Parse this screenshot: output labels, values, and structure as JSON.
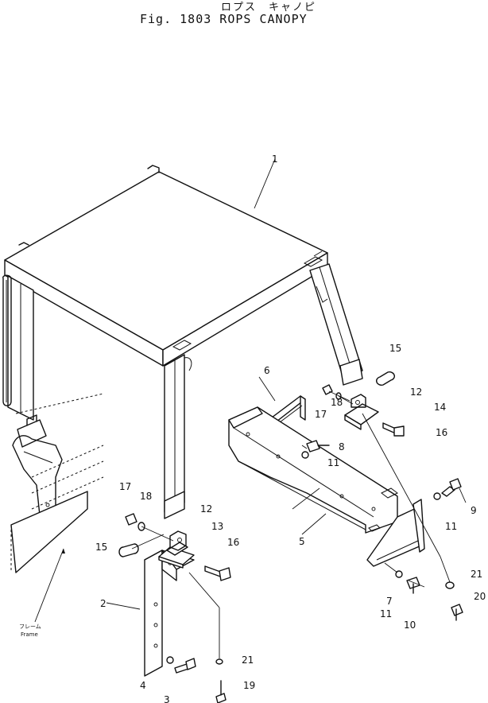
{
  "figure": {
    "title_jp": "ロプス　キャノピ",
    "title_en": "Fig. 1803   ROPS CANOPY"
  },
  "callouts": {
    "c1": "1",
    "c2": "2",
    "c3": "3",
    "c4": "4",
    "c5": "5",
    "c6": "6",
    "c7": "7",
    "c8": "8",
    "c9": "9",
    "c10": "10",
    "c11a": "11",
    "c11b": "11",
    "c11c": "11",
    "c12a": "12",
    "c12b": "12",
    "c13": "13",
    "c14": "14",
    "c15a": "15",
    "c15b": "15",
    "c16a": "16",
    "c16b": "16",
    "c17a": "17",
    "c17b": "17",
    "c18a": "18",
    "c18b": "18",
    "c19": "19",
    "c20": "20",
    "c21a": "21",
    "c21b": "21"
  },
  "frame_note": {
    "jp": "フレーム",
    "en": "Frame"
  }
}
